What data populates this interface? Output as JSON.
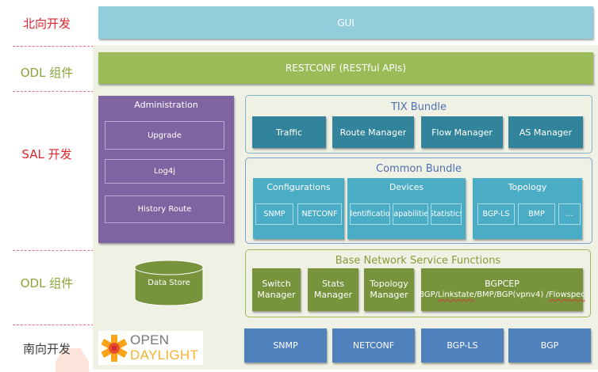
{
  "layers": [
    {
      "label": "北向开发",
      "color": "#e0262f"
    },
    {
      "label": "ODL 组件",
      "color": "#8aa43a"
    },
    {
      "label": "SAL 开发",
      "color": "#e0262f"
    },
    {
      "label": "ODL 组件",
      "color": "#8aa43a"
    },
    {
      "label": "南向开发",
      "color": "#3a3a3a"
    }
  ],
  "gui": {
    "label": "GUI",
    "color": "#92cddc"
  },
  "restconf": {
    "label": "RESTCONF (RESTful APIs)",
    "color": "#9bbb59"
  },
  "administration": {
    "title": "Administration",
    "color": "#8064a2",
    "items": [
      "Upgrade",
      "Log4j",
      "History Route"
    ]
  },
  "tix_bundle": {
    "title": "TIX Bundle",
    "color": "#31849b",
    "items": [
      "Traffic",
      "Route  Manager",
      "Flow Manager",
      "AS  Manager"
    ]
  },
  "common_bundle": {
    "title": "Common Bundle",
    "color": "#4bacc6",
    "groups": [
      {
        "title": "Configurations",
        "items": [
          "SNMP",
          "NETCONF"
        ]
      },
      {
        "title": "Devices",
        "items": [
          "Identification",
          "Capabilities",
          "Statistics"
        ]
      },
      {
        "title": "Topology",
        "items": [
          "BGP-LS",
          "BMP",
          "..."
        ]
      }
    ]
  },
  "data_store": {
    "label": "Data Store",
    "color": "#77933c"
  },
  "base_network": {
    "title": "Base Network Service Functions",
    "color": "#77933c",
    "items": [
      {
        "line1": "Switch",
        "line2": "Manager"
      },
      {
        "line1": "Stats",
        "line2": "Manager"
      },
      {
        "line1": "Topology",
        "line2": "Manager"
      }
    ],
    "bgpcep": {
      "title": "BGPCEP",
      "parts": [
        "BGP/",
        "Linkstate",
        "/BMP/BGP(vpnv4)  /",
        "Flowspec"
      ]
    }
  },
  "southbound": {
    "color": "#4f81bd",
    "items": [
      "SNMP",
      "NETCONF",
      "BGP-LS",
      "BGP"
    ]
  },
  "logo": {
    "line1": "OPEN",
    "line2": "DAYLIGHT"
  }
}
